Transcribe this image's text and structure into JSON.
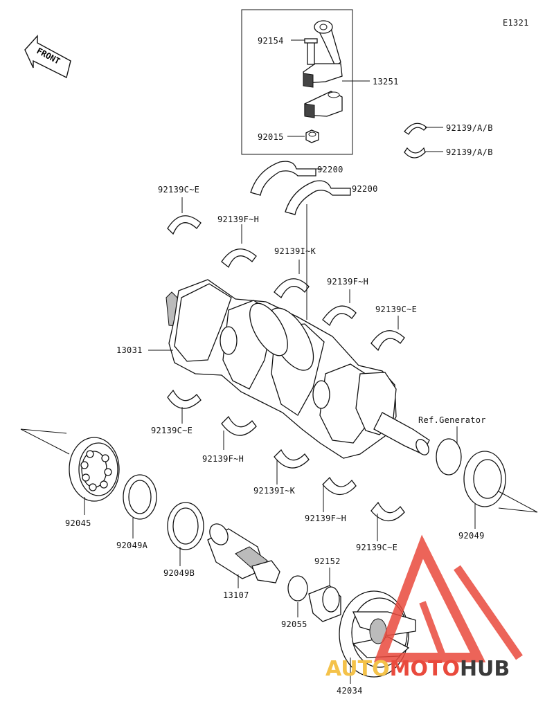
{
  "diagram_code": "E1321",
  "front_label": "FRONT",
  "labels": {
    "p92154": "92154",
    "p13251": "13251",
    "p92015": "92015",
    "p92139ab_1": "92139/A/B",
    "p92139ab_2": "92139/A/B",
    "p92200_1": "92200",
    "p92200_2": "92200",
    "p92139ce_1": "92139C~E",
    "p92139fh_1": "92139F~H",
    "p92139ik_1": "92139I~K",
    "p92139fh_2": "92139F~H",
    "p92139ce_2": "92139C~E",
    "p13031": "13031",
    "ref_generator": "Ref.Generator",
    "p92139ce_3": "92139C~E",
    "p92139fh_3": "92139F~H",
    "p92139ik_2": "92139I~K",
    "p92139fh_4": "92139F~H",
    "p92139ce_4": "92139C~E",
    "p92045": "92045",
    "p92049a": "92049A",
    "p92049b": "92049B",
    "p13107": "13107",
    "p92152": "92152",
    "p92055": "92055",
    "p42034": "42034",
    "p92049": "92049"
  },
  "watermark": {
    "part1": "AUTO",
    "part2": "MOTO",
    "part3": "HUB",
    "color_auto": "#f4c24a",
    "color_moto": "#e94a3d",
    "color_hub": "#3a3a3a"
  }
}
